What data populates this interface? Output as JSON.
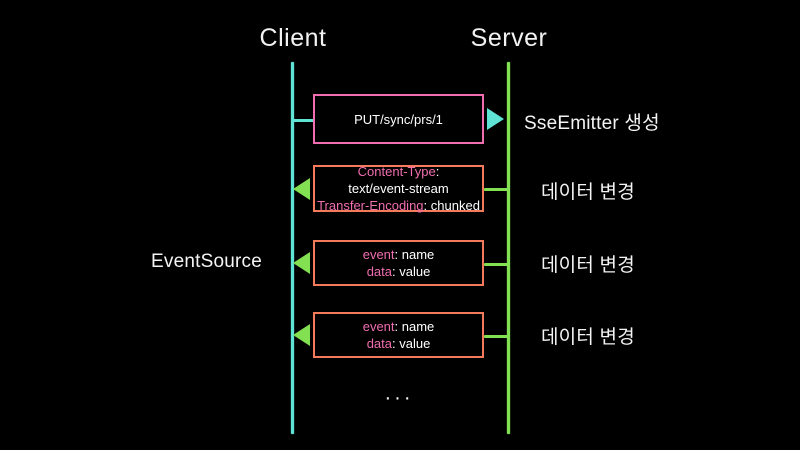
{
  "diagram": {
    "title": "SSE sequence diagram",
    "background": "#000000",
    "participants": [
      {
        "id": "client",
        "label": "Client",
        "lifeline_color": "#5fe3d4"
      },
      {
        "id": "server",
        "label": "Server",
        "lifeline_color": "#83e053"
      }
    ],
    "side_labels": [
      {
        "id": "eventsource",
        "side": "left",
        "text": "EventSource"
      }
    ],
    "ellipsis": "···",
    "colors": {
      "client_accent": "#5fe3d4",
      "server_accent": "#83e053",
      "request_box_border": "#f06eb0",
      "response_box_border": "#f47a5c",
      "key_text": "#f06eb0",
      "value_text": "#ffffff",
      "label_text": "#f4f4f4"
    },
    "messages": [
      {
        "id": "m1",
        "direction": "client-to-server",
        "arrow_color": "#5fe3d4",
        "border_color": "#f06eb0",
        "note": "SseEmitter 생성",
        "lines": [
          {
            "key": "",
            "val": "PUT/sync/prs/1"
          }
        ]
      },
      {
        "id": "m2",
        "direction": "server-to-client",
        "arrow_color": "#83e053",
        "border_color": "#f47a5c",
        "note": "데이터 변경",
        "lines": [
          {
            "key": "Content-Type",
            "val": ":"
          },
          {
            "key": "",
            "val": "text/event-stream"
          },
          {
            "key": "Transfer-Encoding",
            "val": ": chunked"
          }
        ]
      },
      {
        "id": "m3",
        "direction": "server-to-client",
        "arrow_color": "#83e053",
        "border_color": "#f47a5c",
        "note": "데이터 변경",
        "lines": [
          {
            "key": "event",
            "val": ": name"
          },
          {
            "key": "data",
            "val": ": value"
          }
        ]
      },
      {
        "id": "m4",
        "direction": "server-to-client",
        "arrow_color": "#83e053",
        "border_color": "#f47a5c",
        "note": "데이터 변경",
        "lines": [
          {
            "key": "event",
            "val": ": name"
          },
          {
            "key": "data",
            "val": ": value"
          }
        ]
      }
    ]
  }
}
